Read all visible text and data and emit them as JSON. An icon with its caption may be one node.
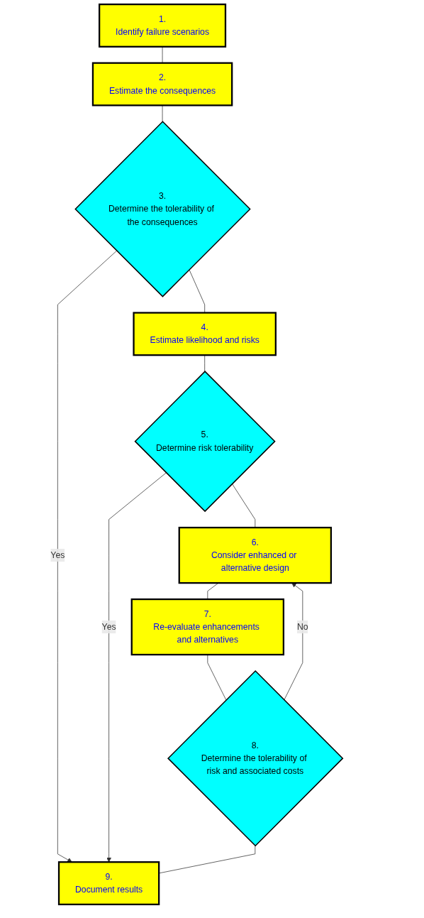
{
  "diagram": {
    "nodes": [
      {
        "text": [
          "1.",
          "Identify failure scenarios"
        ]
      },
      {
        "text": [
          "2.",
          "Estimate the consequences"
        ]
      },
      {
        "text": [
          "3.",
          "Determine the tolerability of the consequences"
        ]
      },
      {
        "text": [
          "4.",
          "Estimate likelihood and risks"
        ]
      },
      {
        "text": [
          "5.",
          "Determine risk tolerability"
        ]
      },
      {
        "text": [
          "6.",
          "Consider enhanced or alternative design"
        ]
      },
      {
        "text": [
          "7.",
          "Re-evaluate enhancements and alternatives"
        ]
      },
      {
        "text": [
          "8.",
          "Determine the tolerability of risk and associated costs"
        ]
      },
      {
        "text": [
          "9.",
          "Document results"
        ]
      }
    ],
    "edges": [
      {
        "from": 0,
        "to": 1,
        "arrow": "none"
      },
      {
        "from": 1,
        "to": 2,
        "arrow": "none"
      },
      {
        "from": 2,
        "to": 3,
        "arrow": "none"
      },
      {
        "from": 2,
        "to": 8,
        "arrow": "to",
        "label": "Yes"
      },
      {
        "from": 3,
        "to": 4,
        "arrow": "none"
      },
      {
        "from": 4,
        "to": 5,
        "arrow": "none"
      },
      {
        "from": 4,
        "to": 8,
        "arrow": "to",
        "label": "Yes"
      },
      {
        "from": 5,
        "to": 6,
        "arrow": "none"
      },
      {
        "from": 6,
        "to": 7,
        "arrow": "none"
      },
      {
        "from": 7,
        "to": 5,
        "arrow": "to",
        "label": "No"
      },
      {
        "from": 7,
        "to": 8,
        "arrow": "none"
      }
    ]
  }
}
